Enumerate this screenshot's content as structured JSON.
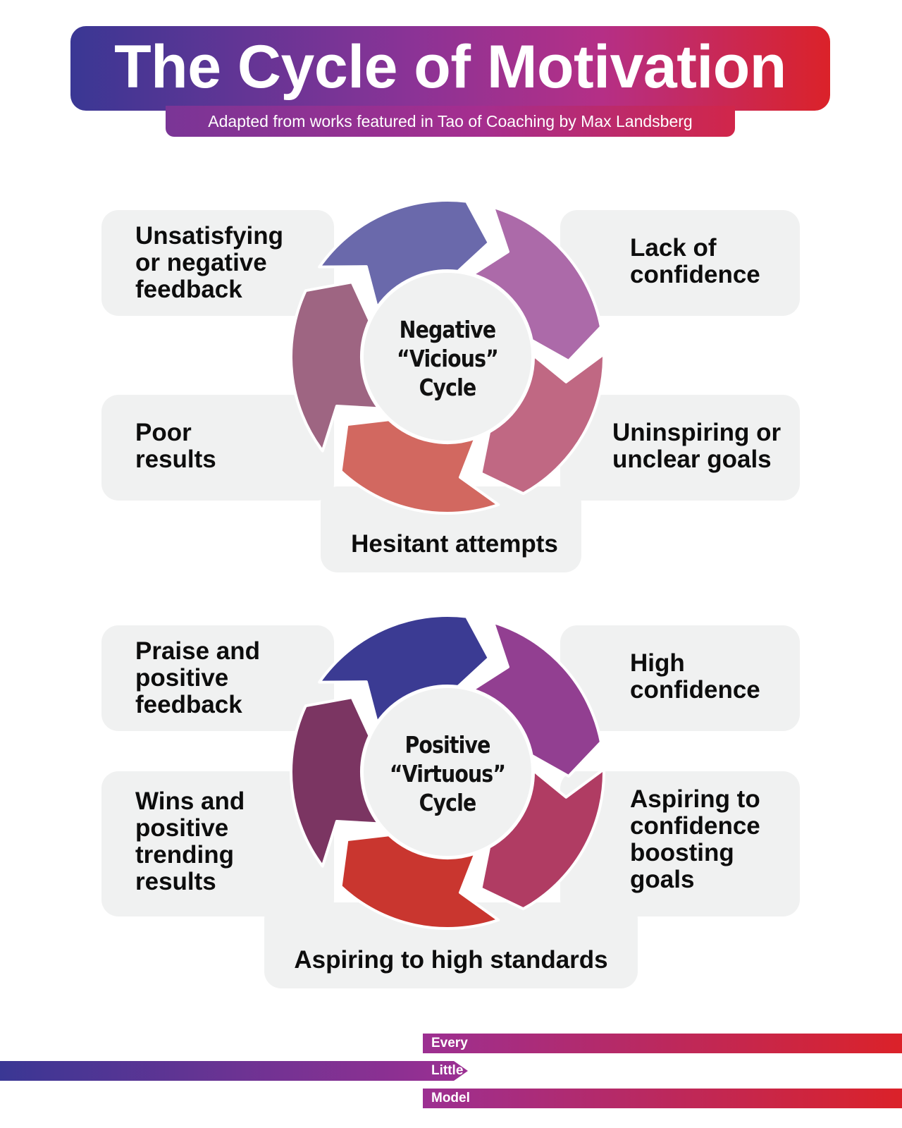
{
  "header": {
    "title": "The Cycle of Motivation",
    "subtitle": "Adapted from works featured in Tao of Coaching by Max Landsberg"
  },
  "negative_cycle": {
    "center_label": "Negative\n“Vicious”\nCycle",
    "stages": {
      "top_left": "Unsatisfying\nor negative\nfeedback",
      "top_right": "Lack of\nconfidence",
      "bottom_right": "Uninspiring or\nunclear goals",
      "bottom": "Hesitant attempts",
      "bottom_left": "Poor\nresults"
    },
    "segment_colors": [
      "#6a69ab",
      "#ac6aa9",
      "#c06883",
      "#d26860",
      "#9e6582"
    ]
  },
  "positive_cycle": {
    "center_label": "Positive\n“Virtuous”\nCycle",
    "stages": {
      "top_left": "Praise and\npositive\nfeedback",
      "top_right": "High\nconfidence",
      "bottom_right": "Aspiring to\nconfidence\nboosting\ngoals",
      "bottom": "Aspiring to high standards",
      "bottom_left": "Wins and\npositive\ntrending\nresults"
    },
    "segment_colors": [
      "#3b3b93",
      "#923f91",
      "#b03c63",
      "#c9362f",
      "#7b3562"
    ]
  },
  "brand": {
    "word1": "Every",
    "word2": "Little",
    "word3": "Model",
    "colors": [
      "#3a3794",
      "#9c2f92",
      "#db2229"
    ]
  }
}
